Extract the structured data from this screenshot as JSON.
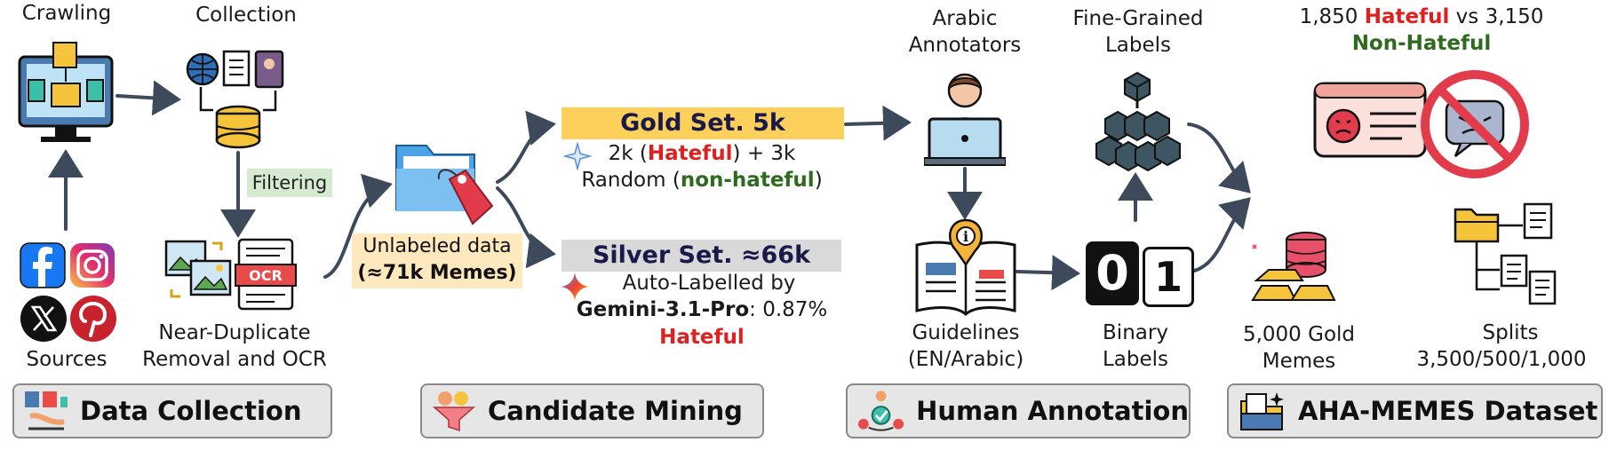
{
  "collection": {
    "crawling": "Crawling",
    "collection": "Collection",
    "filtering": "Filtering",
    "sources": "Sources",
    "dedup_line1": "Near-Duplicate",
    "dedup_line2": "Removal and OCR",
    "ocr_badge": "OCR"
  },
  "mining": {
    "unlabeled_line1": "Unlabeled data",
    "unlabeled_line2": "(≈71k Memes)",
    "gold_title": "Gold Set. 5k",
    "gold_desc_a": "2k (",
    "gold_desc_hateful": "Hateful",
    "gold_desc_b": ") + 3k",
    "gold_desc2_a": "Random (",
    "gold_desc2_nonhateful": "non-hateful",
    "gold_desc2_b": ")",
    "silver_title": "Silver Set. ≈66k",
    "silver_desc1": "Auto-Labelled by",
    "silver_model": "Gemini-3.1-Pro",
    "silver_desc2": ": 0.87%",
    "silver_hateful": "Hateful"
  },
  "annotation": {
    "annotators_line1": "Arabic",
    "annotators_line2": "Annotators",
    "fine_line1": "Fine-Grained",
    "fine_line2": "Labels",
    "guidelines_line1": "Guidelines",
    "guidelines_line2": "(EN/Arabic)",
    "binary_line1": "Binary",
    "binary_line2": "Labels",
    "binary_zero": "0",
    "binary_one": "1"
  },
  "dataset": {
    "stats_a": "1,850 ",
    "stats_hateful": "Hateful",
    "stats_b": " vs 3,150",
    "stats_nonhateful": "Non-Hateful",
    "gold_line1": "5,000 Gold",
    "gold_line2": "Memes",
    "splits_line1": "Splits",
    "splits_line2": "3,500/500/1,000"
  },
  "stages": {
    "s1": "Data Collection",
    "s2": "Candidate Mining",
    "s3": "Human Annotation",
    "s4": "AHA-MEMES Dataset"
  },
  "colors": {
    "arrow": "#3d4a5c",
    "hateful": "#e0201e",
    "nonhateful": "#2e6b1e",
    "gold_bar": "#fcd05a",
    "silver_bar": "#d9d9d9"
  }
}
